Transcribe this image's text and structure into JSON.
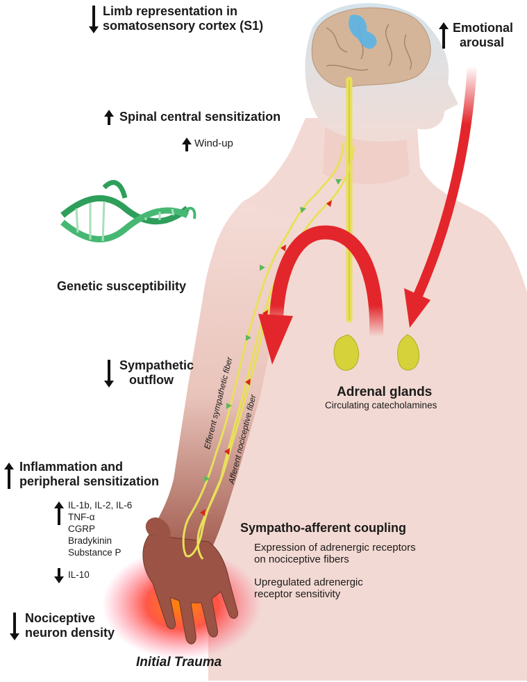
{
  "labels": {
    "limb_representation": [
      "Limb representation in",
      "somatosensory cortex (S1)"
    ],
    "emotional_arousal": [
      "Emotional",
      "arousal"
    ],
    "spinal_central_sensitization": "Spinal central sensitization",
    "wind_up": "Wind-up",
    "genetic_susceptibility": "Genetic susceptibility",
    "sympathetic_outflow": [
      "Sympathetic",
      "outflow"
    ],
    "adrenal_glands": "Adrenal glands",
    "circulating_catecholamines": "Circulating  catecholamines",
    "efferent_sympathetic_fiber": "Efferent sympathetic fiber",
    "afferent_nociceptive_fiber": "Afferent nociceptive fiber",
    "inflammation": [
      "Inflammation and",
      "peripheral sensitization"
    ],
    "mediators_up": [
      "IL-1b, IL-2, IL-6",
      "TNF-α",
      "CGRP",
      "Bradykinin",
      "Substance P"
    ],
    "mediator_down": "IL-10",
    "nociceptive_density": [
      "Nociceptive",
      "neuron density"
    ],
    "sympatho_afferent_coupling": "Sympatho-afferent coupling",
    "expression": [
      "Expression of adrenergic receptors",
      "on nociceptive fibers"
    ],
    "upregulated": [
      "Upregulated adrenergic",
      "receptor sensitivity"
    ],
    "initial_trauma": "Initial Trauma"
  },
  "colors": {
    "skin": "#f3d6d0",
    "nerve": "#e8e05a",
    "red_arrow": "#e3262b",
    "green_marker": "#5cb85c",
    "red_marker": "#d9261c",
    "dna": "#2e9e5b",
    "brain": "#d4b59a",
    "cortex_highlight": "#5ab4e6"
  },
  "arrows": {
    "limb_representation": "down",
    "emotional_arousal": "up",
    "spinal_central_sensitization": "up",
    "wind_up": "up",
    "sympathetic_outflow": "down",
    "inflammation": "up",
    "mediators_up": "up",
    "mediator_down": "down",
    "nociceptive_density": "down"
  }
}
